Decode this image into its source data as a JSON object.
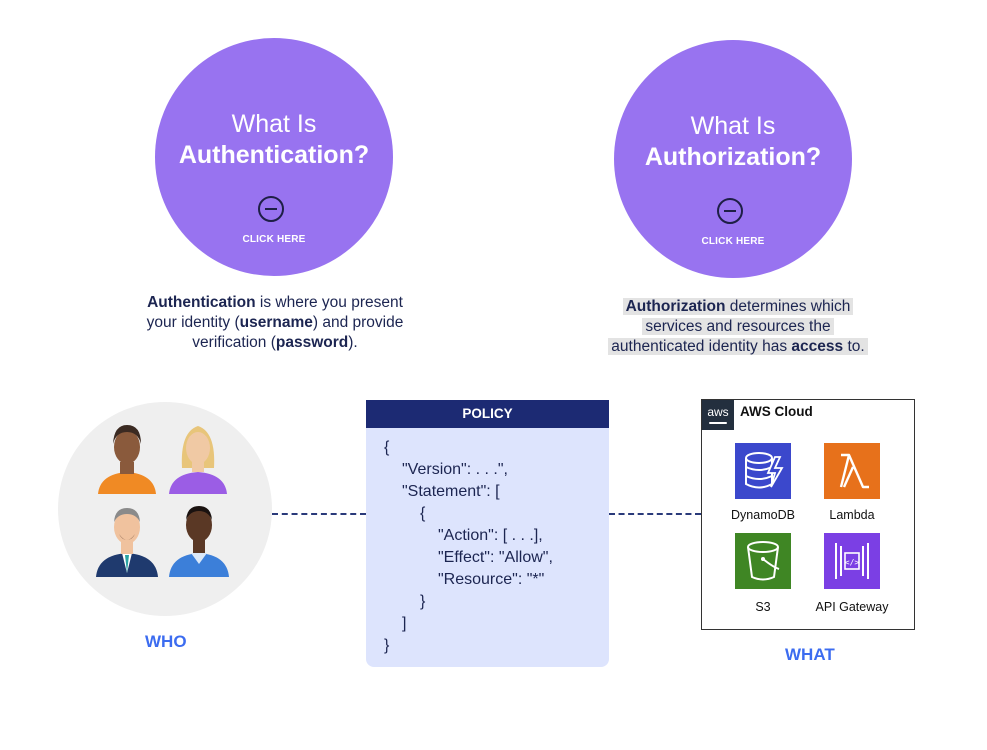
{
  "authentication": {
    "line1": "What Is",
    "line2": "Authentication?",
    "click": "CLICK HERE",
    "desc": {
      "term": "Authentication",
      "p1": " is where you present",
      "p2": "your identity (",
      "term2": "username",
      "p3": ") and provide",
      "p4": "verification (",
      "term3": "password",
      "p5": ")."
    }
  },
  "authorization": {
    "line1": "What Is",
    "line2": "Authorization?",
    "click": "CLICK HERE",
    "desc": {
      "term": "Authorization",
      "p1": " determines which",
      "p2": "services and resources the",
      "p3": "authenticated identity has ",
      "term2": "access",
      "p4": " to."
    }
  },
  "policy": {
    "header": "POLICY",
    "lines": [
      "{",
      "\"Version\": . . .\",",
      "\"Statement\": [",
      "{",
      "\"Action\": [ . . .],",
      "\"Effect\": \"Allow\",",
      "\"Resource\": \"*\"",
      "}",
      "]",
      "}"
    ]
  },
  "aws": {
    "logo": "aws",
    "title": "AWS Cloud",
    "services": [
      {
        "label": "DynamoDB",
        "icon": "dynamodb-icon",
        "color": "#3b48cc"
      },
      {
        "label": "Lambda",
        "icon": "lambda-icon",
        "color": "#e7711b"
      },
      {
        "label": "S3",
        "icon": "s3-icon",
        "color": "#3f8624"
      },
      {
        "label": "API Gateway",
        "icon": "api-gateway-icon",
        "color": "#7b3fe4"
      }
    ]
  },
  "who": "WHO",
  "what": "WHAT",
  "colors": {
    "circle": "#9873f0",
    "navy": "#1c2a73",
    "policy_bg": "#dde4fd",
    "label_blue": "#3c6cf0"
  }
}
